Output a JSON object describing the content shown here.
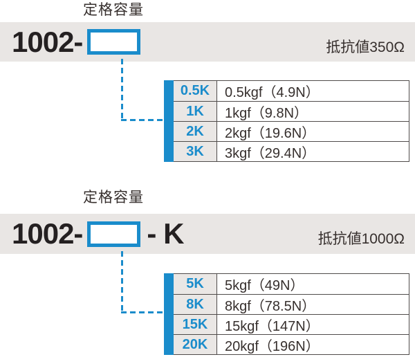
{
  "colors": {
    "accent_blue": "#1a8ccb",
    "band_gray": "#e9e6e4",
    "code_cell_gray": "#eae7e5",
    "text_dark": "#362f2d",
    "table_border": "#4f4b4a"
  },
  "sections": [
    {
      "capacity_label": "定格容量",
      "model_prefix": "1002-",
      "model_suffix": "",
      "resistance": "抵抗値350Ω",
      "rows": [
        {
          "code": "0.5K",
          "value": "0.5kgf（4.9N）"
        },
        {
          "code": "1K",
          "value": "1kgf（9.8N）"
        },
        {
          "code": "2K",
          "value": "2kgf（19.6N）"
        },
        {
          "code": "3K",
          "value": "3kgf（29.4N）"
        }
      ]
    },
    {
      "capacity_label": "定格容量",
      "model_prefix": "1002-",
      "model_suffix": "- K",
      "resistance": "抵抗値1000Ω",
      "rows": [
        {
          "code": "5K",
          "value": "5kgf（49N）"
        },
        {
          "code": "8K",
          "value": "8kgf（78.5N）"
        },
        {
          "code": "15K",
          "value": "15kgf（147N）"
        },
        {
          "code": "20K",
          "value": "20kgf（196N）"
        }
      ]
    }
  ]
}
